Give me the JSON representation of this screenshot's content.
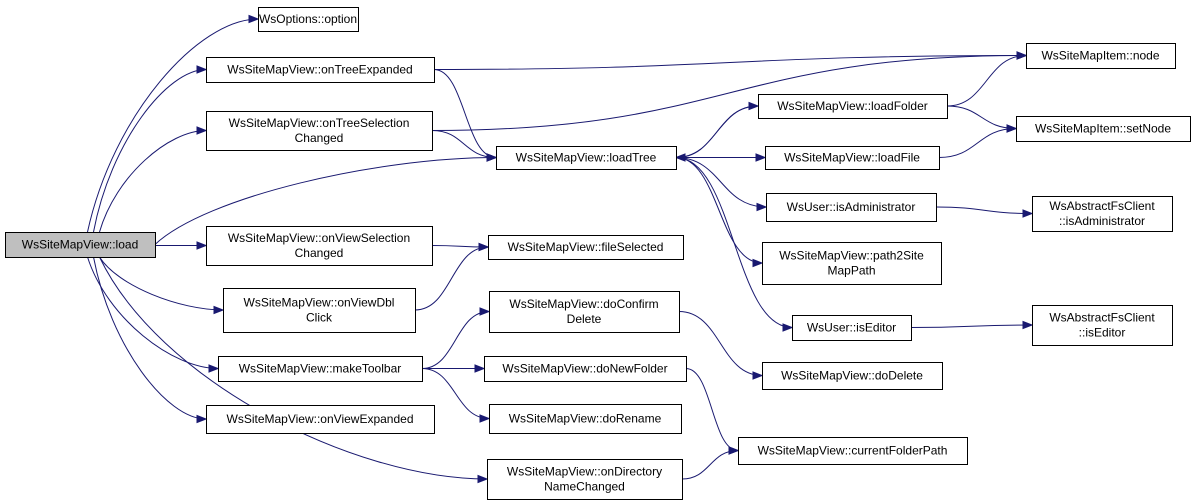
{
  "nodes": {
    "load": [
      "WsSiteMapView::load"
    ],
    "option": [
      "WsOptions::option"
    ],
    "onTreeExpanded": [
      "WsSiteMapView::onTreeExpanded"
    ],
    "onTreeSelectionChanged": [
      "WsSiteMapView::onTreeSelection",
      "Changed"
    ],
    "onViewSelectionChanged": [
      "WsSiteMapView::onViewSelection",
      "Changed"
    ],
    "onViewDblClick": [
      "WsSiteMapView::onViewDbl",
      "Click"
    ],
    "makeToolbar": [
      "WsSiteMapView::makeToolbar"
    ],
    "onViewExpanded": [
      "WsSiteMapView::onViewExpanded"
    ],
    "onDirectoryNameChanged": [
      "WsSiteMapView::onDirectory",
      "NameChanged"
    ],
    "loadTree": [
      "WsSiteMapView::loadTree"
    ],
    "fileSelected": [
      "WsSiteMapView::fileSelected"
    ],
    "doConfirmDelete": [
      "WsSiteMapView::doConfirm",
      "Delete"
    ],
    "doNewFolder": [
      "WsSiteMapView::doNewFolder"
    ],
    "doRename": [
      "WsSiteMapView::doRename"
    ],
    "loadFolder": [
      "WsSiteMapView::loadFolder"
    ],
    "loadFile": [
      "WsSiteMapView::loadFile"
    ],
    "userIsAdministrator": [
      "WsUser::isAdministrator"
    ],
    "path2SiteMapPath": [
      "WsSiteMapView::path2Site",
      "MapPath"
    ],
    "userIsEditor": [
      "WsUser::isEditor"
    ],
    "doDelete": [
      "WsSiteMapView::doDelete"
    ],
    "currentFolderPath": [
      "WsSiteMapView::currentFolderPath"
    ],
    "node": [
      "WsSiteMapItem::node"
    ],
    "setNode": [
      "WsSiteMapItem::setNode"
    ],
    "fsIsAdministrator": [
      "WsAbstractFsClient",
      "::isAdministrator"
    ],
    "fsIsEditor": [
      "WsAbstractFsClient",
      "::isEditor"
    ]
  },
  "edges": [
    [
      "load",
      "option"
    ],
    [
      "load",
      "onTreeExpanded"
    ],
    [
      "load",
      "onTreeSelectionChanged"
    ],
    [
      "load",
      "loadTree"
    ],
    [
      "load",
      "onViewSelectionChanged"
    ],
    [
      "load",
      "onViewDblClick"
    ],
    [
      "load",
      "makeToolbar"
    ],
    [
      "load",
      "onViewExpanded"
    ],
    [
      "load",
      "onDirectoryNameChanged"
    ],
    [
      "onTreeExpanded",
      "node"
    ],
    [
      "onTreeExpanded",
      "loadTree"
    ],
    [
      "onTreeSelectionChanged",
      "node"
    ],
    [
      "onTreeSelectionChanged",
      "loadTree"
    ],
    [
      "onViewSelectionChanged",
      "fileSelected"
    ],
    [
      "onViewDblClick",
      "fileSelected"
    ],
    [
      "makeToolbar",
      "doConfirmDelete"
    ],
    [
      "makeToolbar",
      "doNewFolder"
    ],
    [
      "makeToolbar",
      "doRename"
    ],
    [
      "onDirectoryNameChanged",
      "currentFolderPath"
    ],
    [
      "loadTree",
      "loadFolder"
    ],
    [
      "loadFolder",
      "loadTree"
    ],
    [
      "loadTree",
      "loadFile"
    ],
    [
      "loadTree",
      "userIsAdministrator"
    ],
    [
      "loadTree",
      "path2SiteMapPath"
    ],
    [
      "loadTree",
      "userIsEditor"
    ],
    [
      "loadFolder",
      "node"
    ],
    [
      "loadFolder",
      "setNode"
    ],
    [
      "loadFile",
      "setNode"
    ],
    [
      "userIsAdministrator",
      "fsIsAdministrator"
    ],
    [
      "userIsEditor",
      "fsIsEditor"
    ],
    [
      "doConfirmDelete",
      "doDelete"
    ],
    [
      "doNewFolder",
      "currentFolderPath"
    ]
  ]
}
